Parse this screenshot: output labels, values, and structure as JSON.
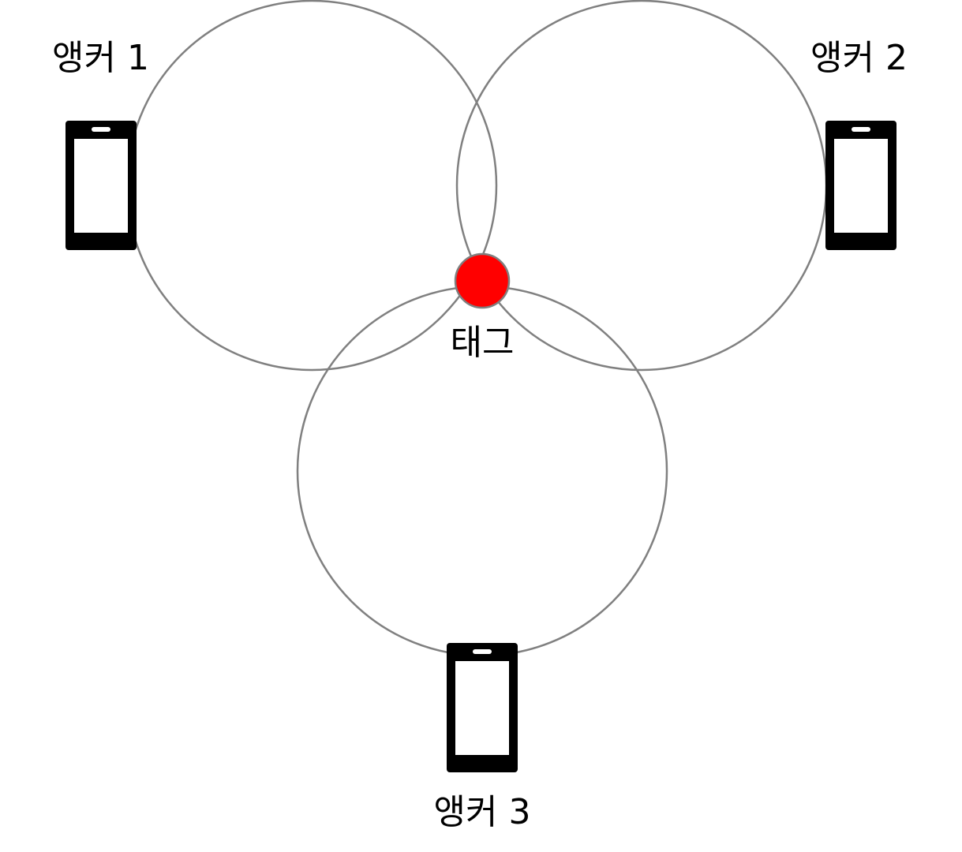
{
  "anchors": [
    {
      "label": "앵커 1",
      "icon": "smartphone-icon"
    },
    {
      "label": "앵커 2",
      "icon": "smartphone-icon"
    },
    {
      "label": "앵커 3",
      "icon": "smartphone-icon"
    }
  ],
  "tag": {
    "label": "태그",
    "color": "#ff0000"
  },
  "colors": {
    "circle_stroke": "#808080",
    "phone": "#000000",
    "tag_stroke": "#7f7f7f"
  }
}
